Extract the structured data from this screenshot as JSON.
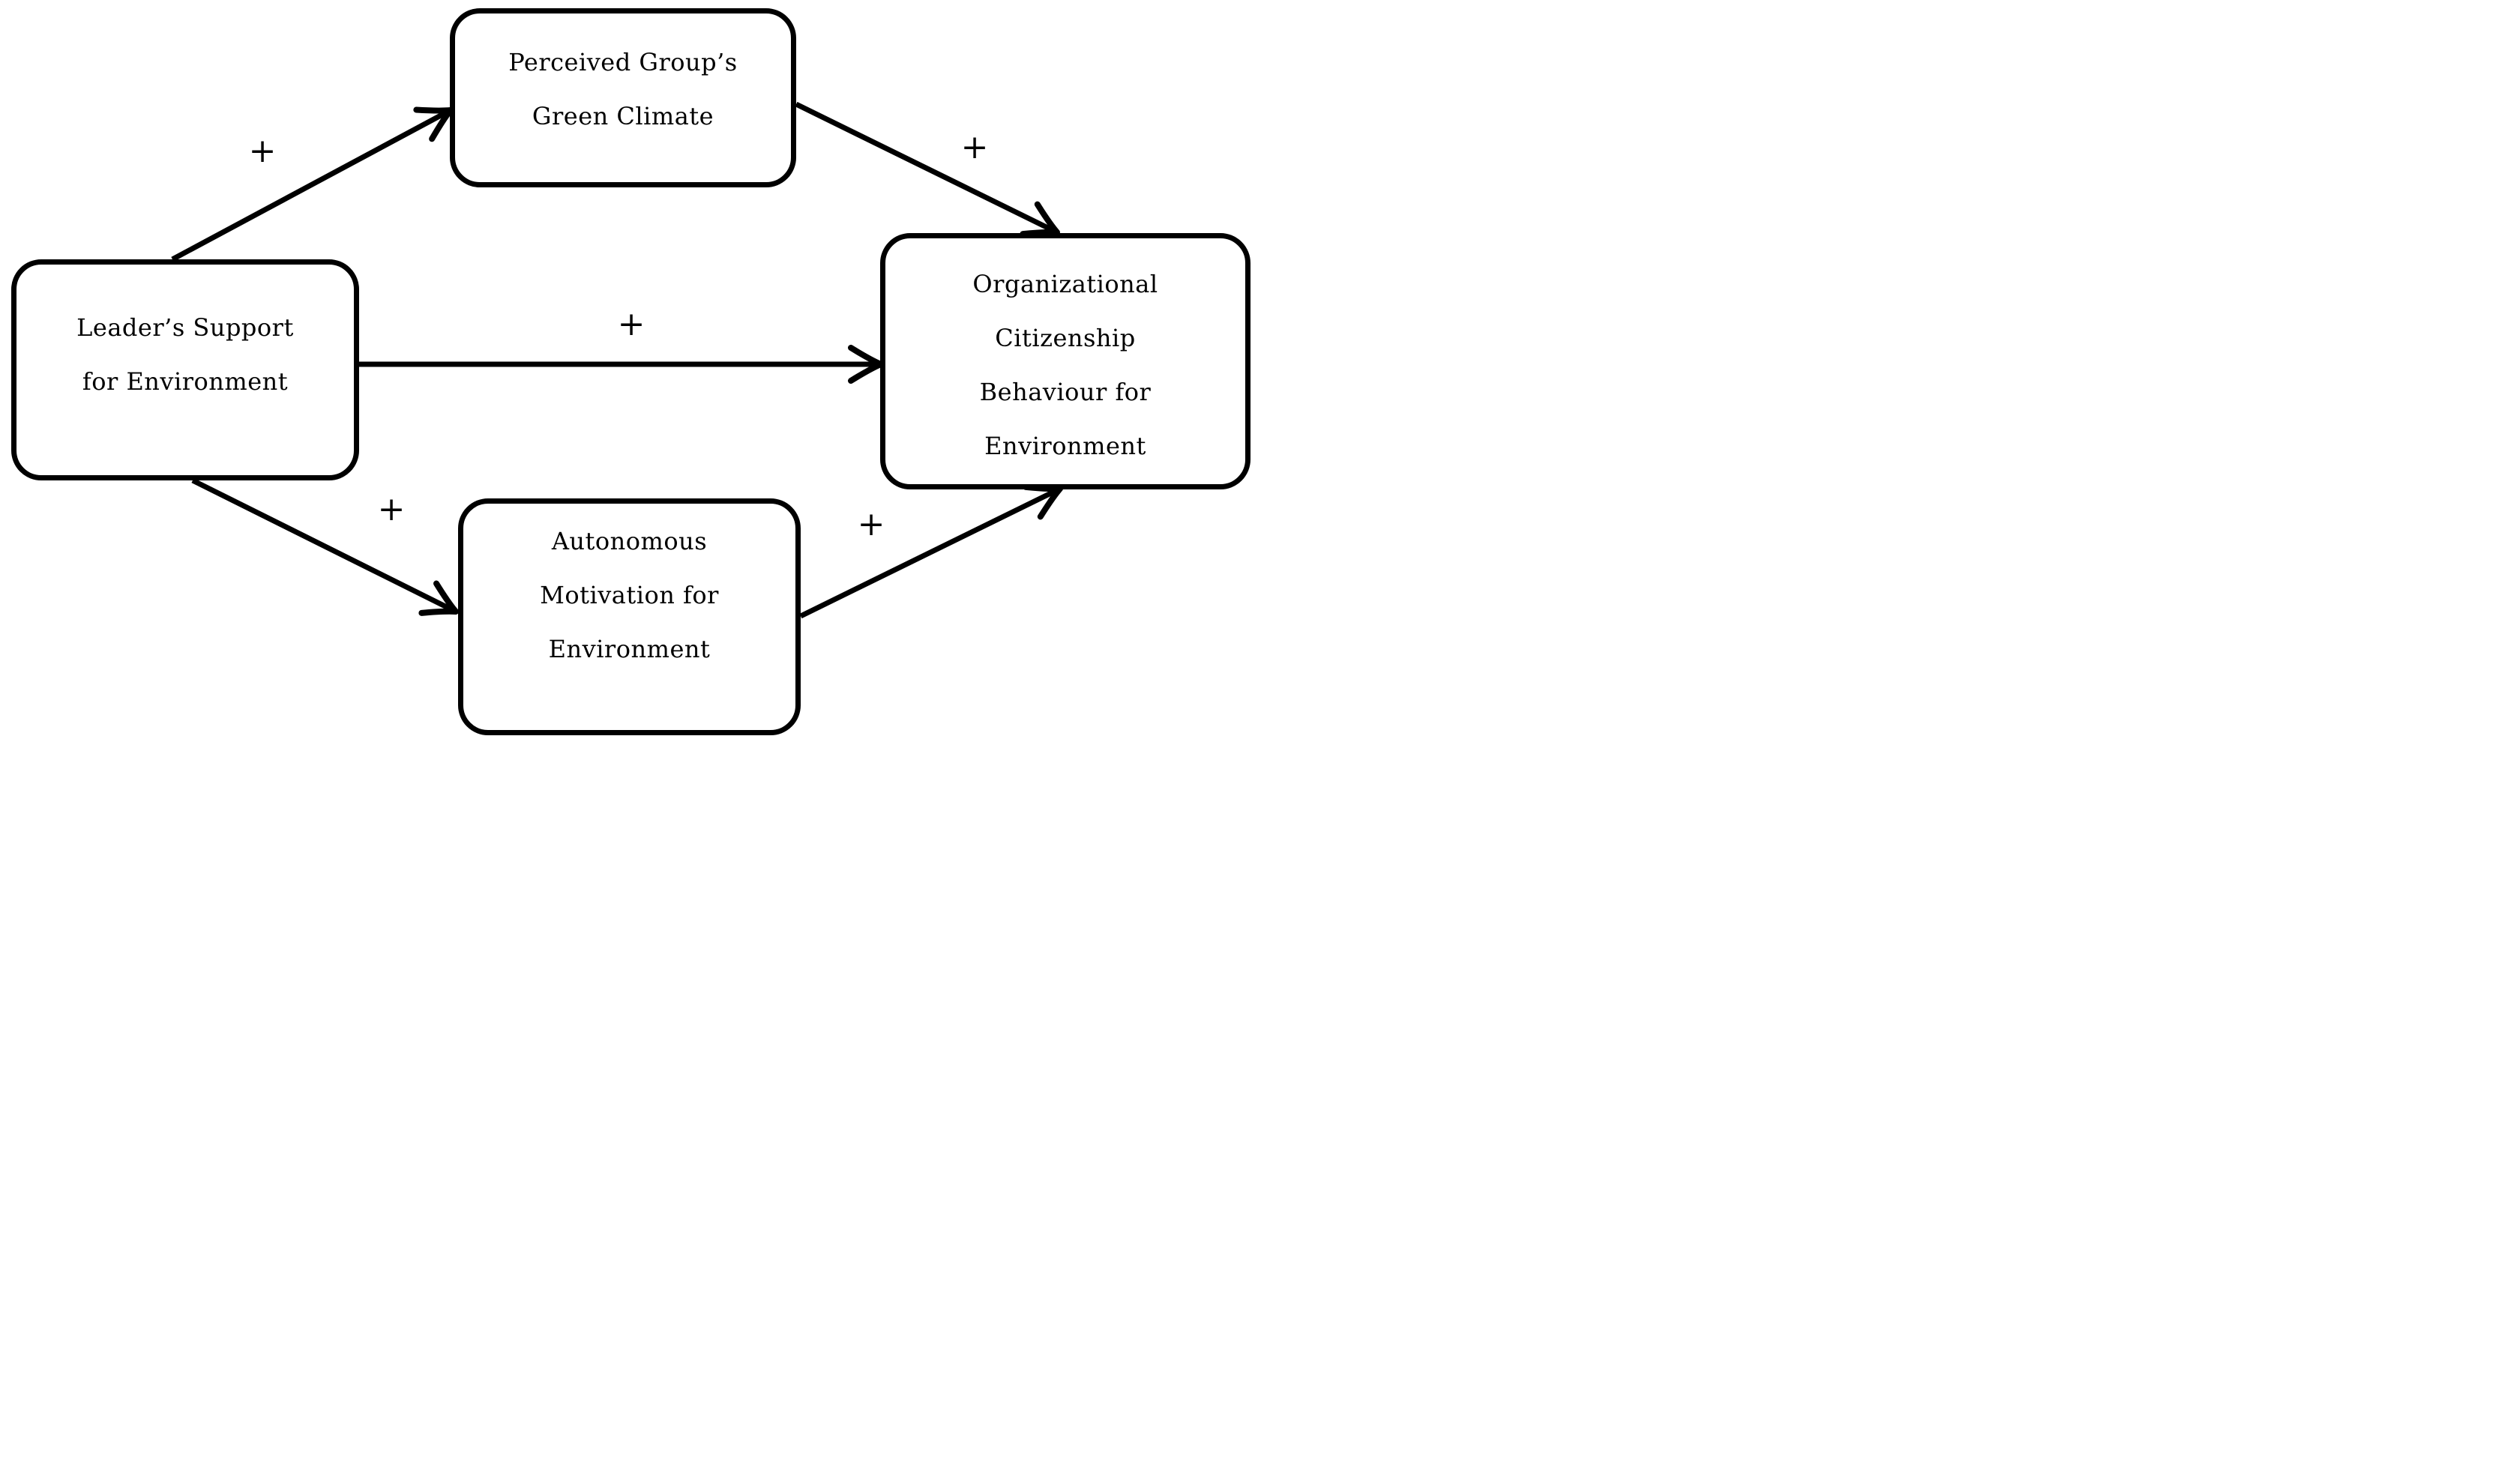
{
  "figure": {
    "type": "conceptual-path-model",
    "background_color": "#ffffff",
    "line_color": "#000000"
  },
  "nodes": {
    "leader_support": {
      "lines": [
        "Leader’s Support",
        "for Environment"
      ]
    },
    "perceived_green_climate": {
      "lines": [
        "Perceived Group’s",
        "Green Climate"
      ]
    },
    "autonomous_motivation": {
      "lines": [
        "Autonomous",
        "Motivation for",
        "Environment"
      ]
    },
    "ocb_environment": {
      "lines": [
        "Organizational",
        "Citizenship",
        "Behaviour for",
        "Environment"
      ]
    }
  },
  "edges": [
    {
      "from": "leader_support",
      "to": "perceived_green_climate",
      "sign": "+"
    },
    {
      "from": "perceived_green_climate",
      "to": "ocb_environment",
      "sign": "+"
    },
    {
      "from": "leader_support",
      "to": "ocb_environment",
      "sign": "+"
    },
    {
      "from": "leader_support",
      "to": "autonomous_motivation",
      "sign": "+"
    },
    {
      "from": "autonomous_motivation",
      "to": "ocb_environment",
      "sign": "+"
    }
  ]
}
